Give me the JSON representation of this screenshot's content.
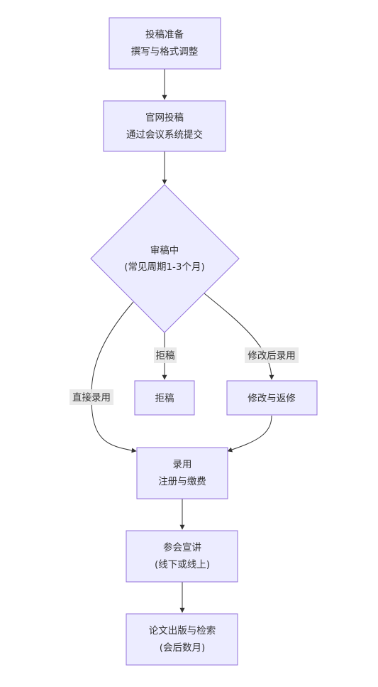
{
  "nodes": {
    "prep": {
      "line1": "投稿准备",
      "line2": "撰写与格式调整"
    },
    "submit": {
      "line1": "官网投稿",
      "line2": "通过会议系统提交"
    },
    "review": {
      "line1": "审稿中",
      "line2": "(常见周期1-3个月)"
    },
    "reject": {
      "line1": "拒稿"
    },
    "revise": {
      "line1": "修改与返修"
    },
    "accept": {
      "line1": "录用",
      "line2": "注册与缴费"
    },
    "present": {
      "line1": "参会宣讲",
      "line2": "(线下或线上)"
    },
    "publish": {
      "line1": "论文出版与检索",
      "line2": "(会后数月)"
    }
  },
  "edges": {
    "direct_accept": "直接录用",
    "reject": "拒稿",
    "accept_after_revision": "修改后录用"
  }
}
